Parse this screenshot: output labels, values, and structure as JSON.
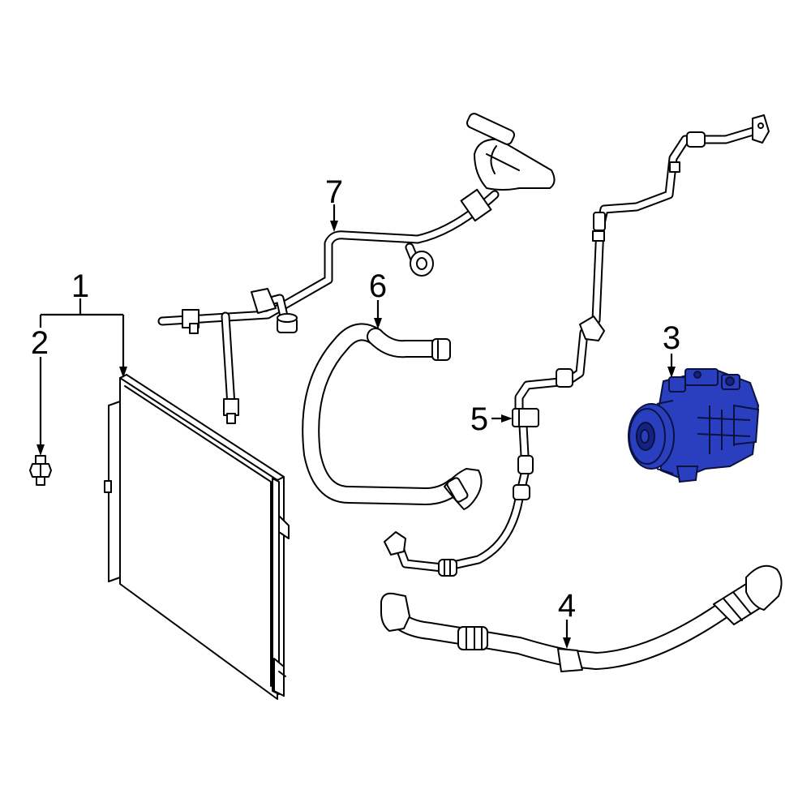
{
  "callouts": {
    "c1": "1",
    "c2": "2",
    "c3": "3",
    "c4": "4",
    "c5": "5",
    "c6": "6",
    "c7": "7"
  },
  "colors": {
    "highlight_fill": "#2a3fbf",
    "highlight_dark": "#142283",
    "line": "#000000",
    "background": "#ffffff"
  }
}
